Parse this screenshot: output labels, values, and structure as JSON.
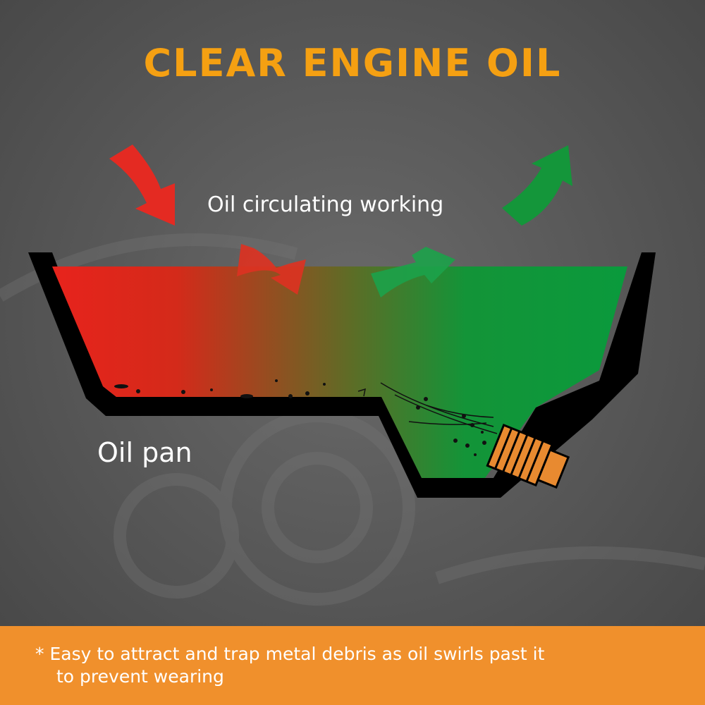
{
  "title": "CLEAR ENGINE OIL",
  "labels": {
    "circulating": "Oil circulating working",
    "oil_pan": "Oil pan"
  },
  "note": {
    "line1": "* Easy to attract and trap metal debris as oil swirls past it",
    "line2": "to prevent wearing"
  },
  "colors": {
    "title": "#f5a012",
    "banner": "#f0902c",
    "oil_hot": "#e8231c",
    "oil_cool": "#0a9a3c",
    "plug": "#e88a30"
  },
  "icons": [
    "red-arrow-icon",
    "green-arrow-icon",
    "drain-plug-icon"
  ]
}
